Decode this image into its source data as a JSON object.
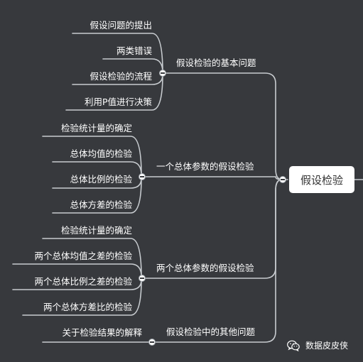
{
  "root": {
    "label": "假设检验"
  },
  "branches": [
    {
      "label": "假设检验的基本问题",
      "children": [
        "假设问题的提出",
        "两类错误",
        "假设检验的流程",
        "利用P值进行决策"
      ]
    },
    {
      "label": "一个总体参数的假设检验",
      "children": [
        "检验统计量的确定",
        "总体均值的检验",
        "总体比例的检验",
        "总体方差的检验"
      ]
    },
    {
      "label": "两个总体参数的假设检验",
      "children": [
        "检验统计量的确定",
        "两个总体均值之差的检验",
        "两个总体比例之差的检验",
        "两个总体方差比的检验"
      ]
    },
    {
      "label": "假设检验中的其他问题",
      "children": [
        "关于检验结果的解释"
      ]
    }
  ],
  "watermark": {
    "text": "数据皮皮侠",
    "icon": "wechat-icon"
  },
  "colors": {
    "background": "#37393d",
    "line": "#c8ccd0",
    "text": "#ffffff",
    "root_fill": "#ffffff",
    "root_text": "#333333"
  }
}
